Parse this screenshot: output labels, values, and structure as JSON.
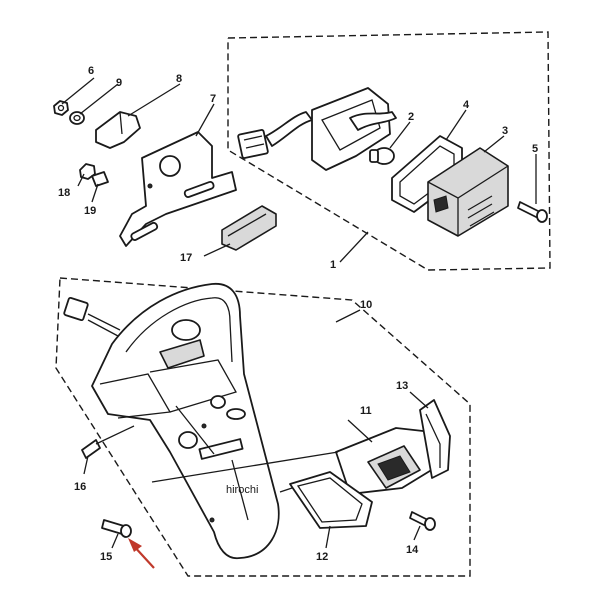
{
  "diagram": {
    "parts": [
      {
        "id": "p1",
        "label": "1"
      },
      {
        "id": "p2",
        "label": "2"
      },
      {
        "id": "p3",
        "label": "3"
      },
      {
        "id": "p4",
        "label": "4"
      },
      {
        "id": "p5",
        "label": "5"
      },
      {
        "id": "p6",
        "label": "6"
      },
      {
        "id": "p7",
        "label": "7"
      },
      {
        "id": "p8",
        "label": "8"
      },
      {
        "id": "p9",
        "label": "9"
      },
      {
        "id": "p10",
        "label": "10"
      },
      {
        "id": "p11",
        "label": "11"
      },
      {
        "id": "p12",
        "label": "12"
      },
      {
        "id": "p13",
        "label": "13"
      },
      {
        "id": "p14",
        "label": "14"
      },
      {
        "id": "p15",
        "label": "15"
      },
      {
        "id": "p16",
        "label": "16"
      },
      {
        "id": "p17",
        "label": "17"
      },
      {
        "id": "p18",
        "label": "18"
      },
      {
        "id": "p19",
        "label": "19"
      }
    ],
    "watermark": "hirochi",
    "colors": {
      "line": "#1a1a1a",
      "arrow": "#c0392b",
      "background": "#ffffff"
    }
  }
}
